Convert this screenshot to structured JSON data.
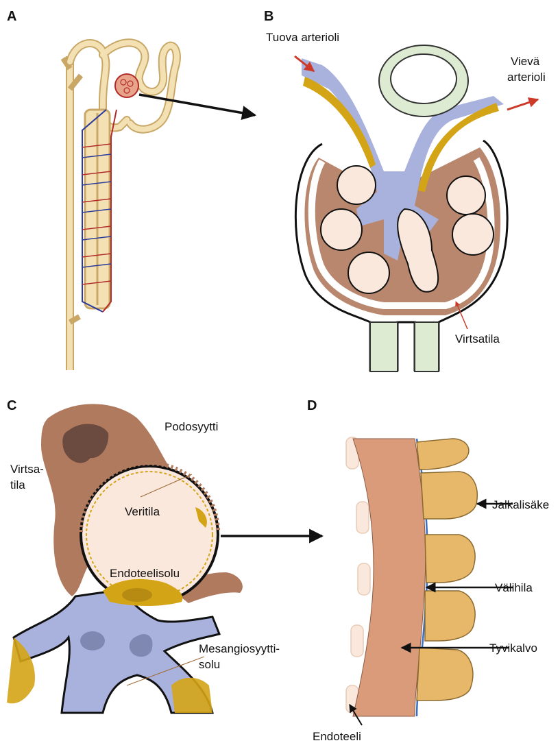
{
  "panels": {
    "a": "A",
    "b": "B",
    "c": "C",
    "d": "D"
  },
  "labels_b": {
    "afferent_arteriole": "Tuova arterioli",
    "efferent_line1": "Vievä",
    "efferent_line2": "arterioli",
    "urinary_space": "Virtsatila"
  },
  "labels_c": {
    "podocyte": "Podosyytti",
    "urinary_line1": "Virtsa-",
    "urinary_line2": "tila",
    "capillary_lumen": "Veritila",
    "endothelial_cell": "Endoteelisolu",
    "mesangial_line1": "Mesangiosyytti-",
    "mesangial_line2": "solu"
  },
  "labels_d": {
    "foot_process": "Jalkalisäke",
    "interspace": "Välihila",
    "basement_membrane": "Tyvikalvo",
    "endothelium": "Endoteeli"
  },
  "colors": {
    "tubule": "#f3e1b4",
    "tubule_edge": "#c9a867",
    "podocyte": "#b07a5e",
    "podocyte_dark": "#6b4a40",
    "lumen": "#fbe8dc",
    "mesangium": "#a9b2dc",
    "endothelium_yellow": "#d4a417",
    "membrane": "#d99b7a",
    "foot": "#e8b86a",
    "arrow_red": "#cc3b2a"
  }
}
